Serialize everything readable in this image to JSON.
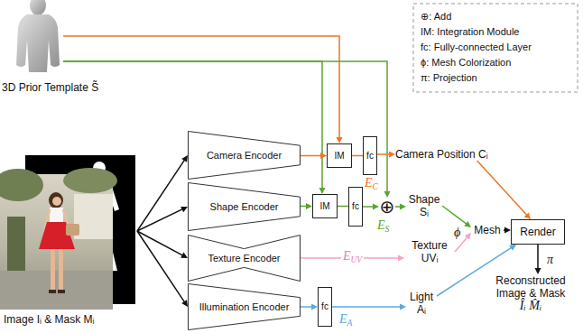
{
  "diagram": {
    "nodes": [
      {
        "text": [
          "3D Prior Template S̃"
        ]
      },
      {
        "text": [
          "Image Iᵢ & Mask Mᵢ"
        ]
      },
      {
        "text": [
          "Camera Encoder"
        ]
      },
      {
        "text": [
          "Shape Encoder"
        ]
      },
      {
        "text": [
          "Texture Encoder"
        ]
      },
      {
        "text": [
          "Illumination Encoder"
        ]
      },
      {
        "text": [
          "IM"
        ]
      },
      {
        "text": [
          "fc"
        ]
      },
      {
        "text": [
          "Camera Position Cᵢ"
        ]
      },
      {
        "text": [
          "IM"
        ]
      },
      {
        "text": [
          "fc"
        ]
      },
      {
        "text": [
          "⊕"
        ]
      },
      {
        "text": [
          "Shape Sᵢ"
        ]
      },
      {
        "text": [
          "Texture UVᵢ"
        ]
      },
      {
        "text": [
          "fc"
        ]
      },
      {
        "text": [
          "Light Aᵢ"
        ]
      },
      {
        "text": [
          "Mesh"
        ]
      },
      {
        "text": [
          "Render"
        ]
      },
      {
        "text": [
          "Reconstructed Image & Mask",
          "Îᵢ M̂ᵢ"
        ]
      }
    ],
    "edges": [
      {
        "from": 0,
        "to": 6,
        "arrow": "to"
      },
      {
        "from": 0,
        "to": 9,
        "arrow": "to"
      },
      {
        "from": 0,
        "to": 11,
        "arrow": "to"
      },
      {
        "from": 1,
        "to": 2,
        "arrow": "to"
      },
      {
        "from": 1,
        "to": 3,
        "arrow": "to"
      },
      {
        "from": 1,
        "to": 4,
        "arrow": "to"
      },
      {
        "from": 1,
        "to": 5,
        "arrow": "to"
      },
      {
        "from": 2,
        "to": 6,
        "arrow": "to"
      },
      {
        "from": 6,
        "to": 7,
        "arrow": "none"
      },
      {
        "from": 7,
        "to": 8,
        "arrow": "to"
      },
      {
        "from": 3,
        "to": 9,
        "arrow": "to"
      },
      {
        "from": 9,
        "to": 10,
        "arrow": "none"
      },
      {
        "from": 10,
        "to": 11,
        "arrow": "to"
      },
      {
        "from": 11,
        "to": 12,
        "arrow": "to"
      },
      {
        "from": 4,
        "to": 13,
        "arrow": "to",
        "label": "EUV"
      },
      {
        "from": 5,
        "to": 14,
        "arrow": "to"
      },
      {
        "from": 14,
        "to": 15,
        "arrow": "to"
      },
      {
        "from": 12,
        "to": 16,
        "arrow": "to"
      },
      {
        "from": 13,
        "to": 16,
        "arrow": "to"
      },
      {
        "from": 8,
        "to": 17,
        "arrow": "to"
      },
      {
        "from": 16,
        "to": 17,
        "arrow": "to"
      },
      {
        "from": 15,
        "to": 17,
        "arrow": "to"
      },
      {
        "from": 17,
        "to": 18,
        "arrow": "to",
        "label": "π"
      }
    ],
    "labels": [
      "EC",
      "ES",
      "EA",
      "ϕ"
    ],
    "legend": [
      {
        "text": "⊕: Add"
      },
      {
        "text": "IM: Integration Module"
      },
      {
        "text": "fc: Fully-connected Layer"
      },
      {
        "text": "ϕ: Mesh Colorization"
      },
      {
        "text": "π: Projection"
      }
    ]
  }
}
